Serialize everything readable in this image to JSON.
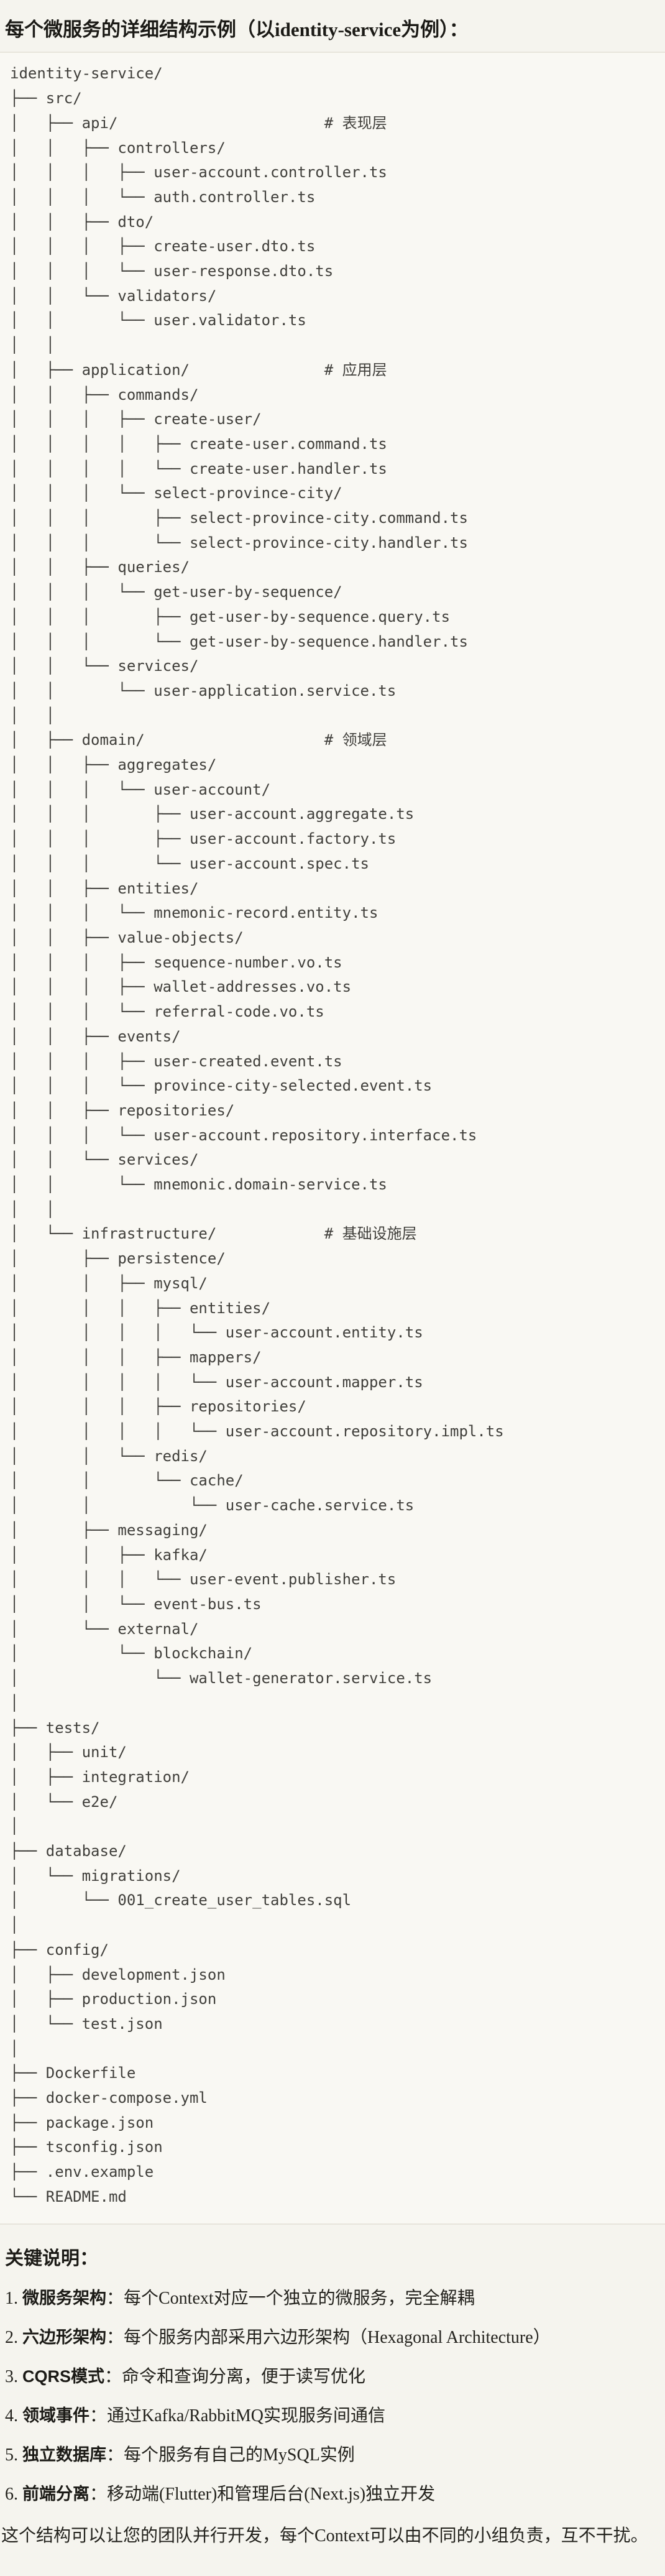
{
  "colors": {
    "page_bg": "#f5f4ee",
    "block_bg": "#f9f8f3",
    "block_border": "#e7e5db",
    "code_text": "#403f3b",
    "heading_text": "#1b1a16",
    "body_text": "#23221d"
  },
  "title": "每个微服务的详细结构示例（以identity-service为例）：",
  "code_block": {
    "language": "plaintext",
    "layer_comments": [
      "# 表现层",
      "# 应用层",
      "# 领域层",
      "# 基础设施层"
    ],
    "lines": [
      "identity-service/",
      "├── src/",
      "│   ├── api/                       # 表现层",
      "│   │   ├── controllers/",
      "│   │   │   ├── user-account.controller.ts",
      "│   │   │   └── auth.controller.ts",
      "│   │   ├── dto/",
      "│   │   │   ├── create-user.dto.ts",
      "│   │   │   └── user-response.dto.ts",
      "│   │   └── validators/",
      "│   │       └── user.validator.ts",
      "│   │",
      "│   ├── application/               # 应用层",
      "│   │   ├── commands/",
      "│   │   │   ├── create-user/",
      "│   │   │   │   ├── create-user.command.ts",
      "│   │   │   │   └── create-user.handler.ts",
      "│   │   │   └── select-province-city/",
      "│   │   │       ├── select-province-city.command.ts",
      "│   │   │       └── select-province-city.handler.ts",
      "│   │   ├── queries/",
      "│   │   │   └── get-user-by-sequence/",
      "│   │   │       ├── get-user-by-sequence.query.ts",
      "│   │   │       └── get-user-by-sequence.handler.ts",
      "│   │   └── services/",
      "│   │       └── user-application.service.ts",
      "│   │",
      "│   ├── domain/                    # 领域层",
      "│   │   ├── aggregates/",
      "│   │   │   └── user-account/",
      "│   │   │       ├── user-account.aggregate.ts",
      "│   │   │       ├── user-account.factory.ts",
      "│   │   │       └── user-account.spec.ts",
      "│   │   ├── entities/",
      "│   │   │   └── mnemonic-record.entity.ts",
      "│   │   ├── value-objects/",
      "│   │   │   ├── sequence-number.vo.ts",
      "│   │   │   ├── wallet-addresses.vo.ts",
      "│   │   │   └── referral-code.vo.ts",
      "│   │   ├── events/",
      "│   │   │   ├── user-created.event.ts",
      "│   │   │   └── province-city-selected.event.ts",
      "│   │   ├── repositories/",
      "│   │   │   └── user-account.repository.interface.ts",
      "│   │   └── services/",
      "│   │       └── mnemonic.domain-service.ts",
      "│   │",
      "│   └── infrastructure/            # 基础设施层",
      "│       ├── persistence/",
      "│       │   ├── mysql/",
      "│       │   │   ├── entities/",
      "│       │   │   │   └── user-account.entity.ts",
      "│       │   │   ├── mappers/",
      "│       │   │   │   └── user-account.mapper.ts",
      "│       │   │   ├── repositories/",
      "│       │   │   │   └── user-account.repository.impl.ts",
      "│       │   └── redis/",
      "│       │       └── cache/",
      "│       │           └── user-cache.service.ts",
      "│       ├── messaging/",
      "│       │   ├── kafka/",
      "│       │   │   └── user-event.publisher.ts",
      "│       │   └── event-bus.ts",
      "│       └── external/",
      "│           └── blockchain/",
      "│               └── wallet-generator.service.ts",
      "│",
      "├── tests/",
      "│   ├── unit/",
      "│   ├── integration/",
      "│   └── e2e/",
      "│",
      "├── database/",
      "│   └── migrations/",
      "│       └── 001_create_user_tables.sql",
      "│",
      "├── config/",
      "│   ├── development.json",
      "│   ├── production.json",
      "│   └── test.json",
      "│",
      "├── Dockerfile",
      "├── docker-compose.yml",
      "├── package.json",
      "├── tsconfig.json",
      "├── .env.example",
      "└── README.md"
    ]
  },
  "notes": {
    "heading": "关键说明：",
    "items": [
      {
        "num": "1.",
        "term": "微服务架构",
        "desc": "：每个Context对应一个独立的微服务，完全解耦"
      },
      {
        "num": "2.",
        "term": "六边形架构",
        "desc": "：每个服务内部采用六边形架构（Hexagonal Architecture）"
      },
      {
        "num": "3.",
        "term": "CQRS模式",
        "desc": "：命令和查询分离，便于读写优化"
      },
      {
        "num": "4.",
        "term": "领域事件",
        "desc": "：通过Kafka/RabbitMQ实现服务间通信"
      },
      {
        "num": "5.",
        "term": "独立数据库",
        "desc": "：每个服务有自己的MySQL实例"
      },
      {
        "num": "6.",
        "term": "前端分离",
        "desc": "：移动端(Flutter)和管理后台(Next.js)独立开发"
      }
    ],
    "footer": "这个结构可以让您的团队并行开发，每个Context可以由不同的小组负责，互不干扰。"
  }
}
